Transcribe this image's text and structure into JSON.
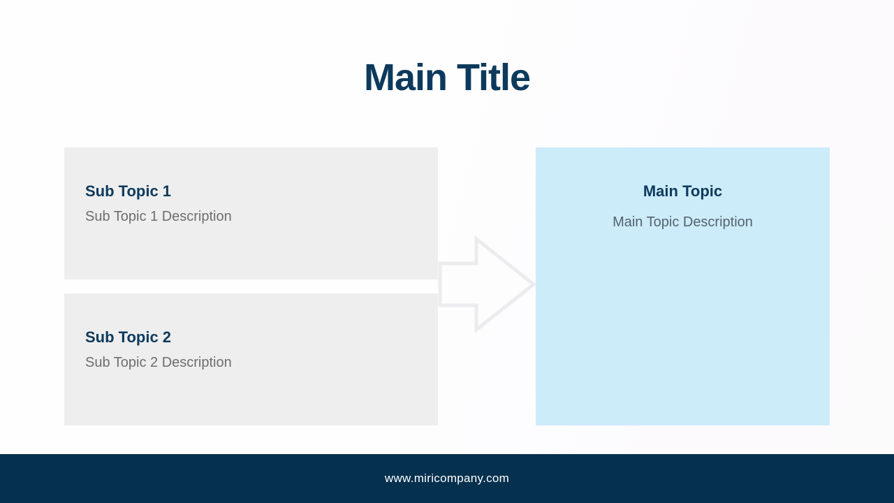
{
  "slide": {
    "title": "Main Title",
    "sub_topics": [
      {
        "title": "Sub Topic 1",
        "description": "Sub Topic 1 Description"
      },
      {
        "title": "Sub Topic 2",
        "description": "Sub Topic 2 Description"
      }
    ],
    "main_topic": {
      "title": "Main Topic",
      "description": "Main Topic Description"
    },
    "arrow_icon": "right-arrow",
    "footer": {
      "url": "www.miricompany.com"
    },
    "colors": {
      "navy": "#0d3a5c",
      "footer_bg": "#05304e",
      "gray_box": "#eeeeee",
      "blue_box": "#cdecfa",
      "sub_desc": "#6e6e6e",
      "main_desc": "#55626e",
      "arrow_stroke": "#ececef",
      "arrow_fill": "#fdfdfe",
      "footer_text": "#ffffff"
    }
  }
}
